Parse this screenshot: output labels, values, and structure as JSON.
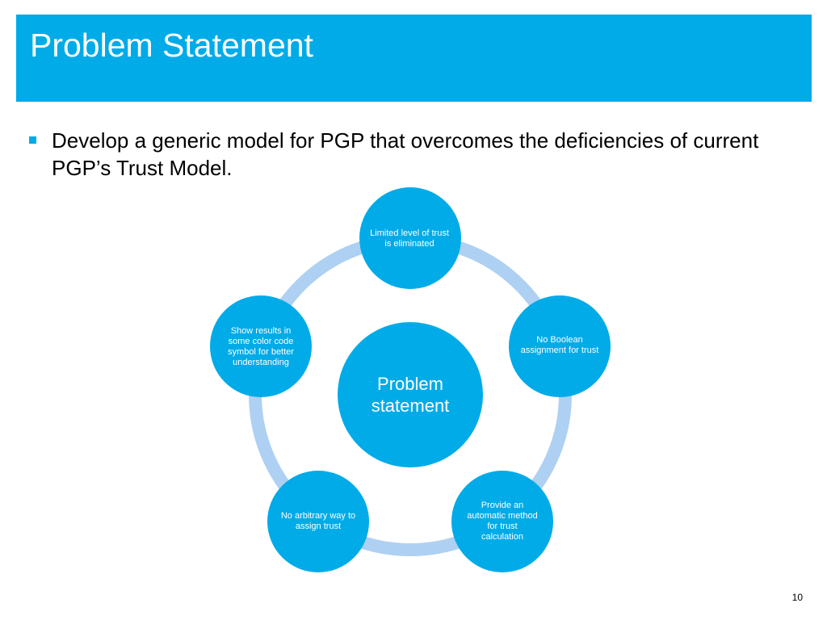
{
  "slide": {
    "title": "Problem Statement",
    "bullet": "Develop a generic model for PGP that overcomes the deficiencies of current PGP’s Trust Model.",
    "page_number": "10"
  },
  "diagram": {
    "center": "Problem statement",
    "nodes": [
      "Limited level of trust is eliminated",
      "No Boolean assignment for trust",
      "Provide an automatic method for trust calculation",
      "No arbitrary way to assign trust",
      "Show results in some color code symbol for better understanding"
    ]
  },
  "colors": {
    "accent": "#00abe8",
    "ring": "#aed0f2",
    "node": "#00abe8"
  }
}
